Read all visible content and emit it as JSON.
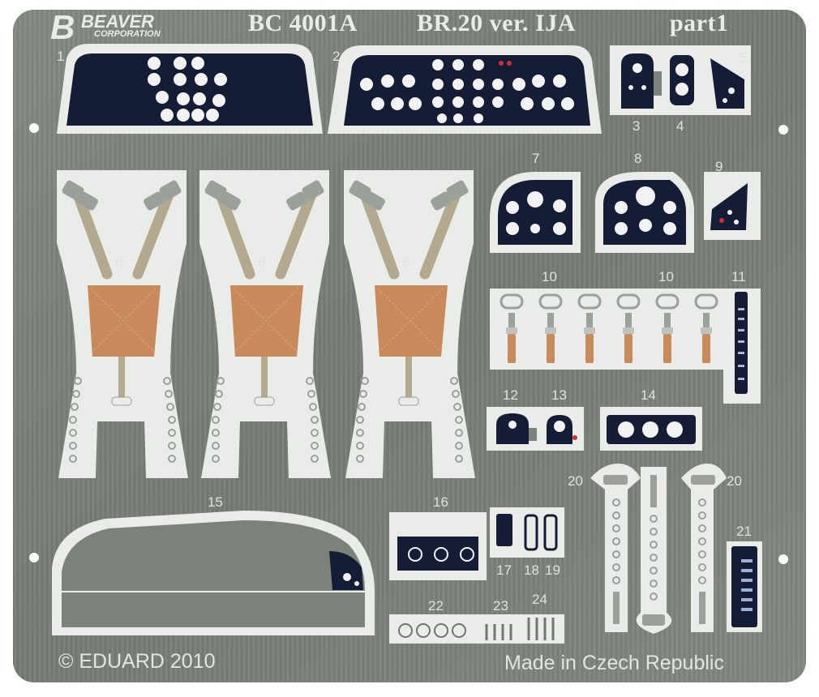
{
  "brand": {
    "logo_letter": "B",
    "name": "BEAVER",
    "sub": "CORPORATION"
  },
  "title": {
    "code": "BC 4001A",
    "model": "BR.20 ver. IJA",
    "part": "part1"
  },
  "footer": {
    "copyright": "© EDUARD 2010",
    "origin": "Made in Czech Republic"
  },
  "part_numbers": {
    "p1": "1",
    "p2": "2",
    "p3": "3",
    "p4": "4",
    "p5": "5",
    "p6a": "6",
    "p6b": "6",
    "p6c": "6",
    "p7": "7",
    "p8": "8",
    "p9": "9",
    "p10a": "10",
    "p10b": "10",
    "p11": "11",
    "p12": "12",
    "p13": "13",
    "p14": "14",
    "p15": "15",
    "p16": "16",
    "p17": "17",
    "p18": "18",
    "p19": "19",
    "p20a": "20",
    "p20b": "20",
    "p21": "21",
    "p22": "22",
    "p23": "23",
    "p24": "24"
  },
  "colors": {
    "fret_metal": "#7a8178",
    "fret_outline": "#e9ece8",
    "panel_navy": "#141c36",
    "seat_leather": "#c88a5a",
    "strap_tan": "#b3a98e",
    "buckle_grey": "#9aa09a",
    "dial_white": "#f2f2f2"
  }
}
